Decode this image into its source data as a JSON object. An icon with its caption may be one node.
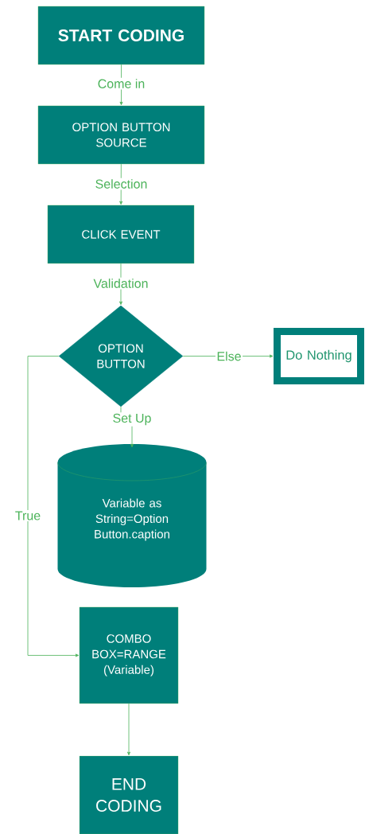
{
  "diagram": {
    "nodes": [
      {
        "text": [
          "START CODING"
        ]
      },
      {
        "text": [
          "OPTION BUTTON SOURCE"
        ]
      },
      {
        "text": [
          "CLICK EVENT"
        ]
      },
      {
        "text": [
          "OPTION BUTTON"
        ]
      },
      {
        "text": [
          "Do Nothing"
        ]
      },
      {
        "text": [
          "Variable  as String=Option Button.caption"
        ]
      },
      {
        "text": [
          "COMBO BOX=RANGE (Variable)"
        ]
      },
      {
        "text": [
          "END CODING"
        ]
      }
    ],
    "edges": [
      {
        "from": 0,
        "to": 1,
        "arrow": "to",
        "label": "Come in"
      },
      {
        "from": 1,
        "to": 2,
        "arrow": "to",
        "label": "Selection"
      },
      {
        "from": 2,
        "to": 3,
        "arrow": "to",
        "label": "Validation"
      },
      {
        "from": 3,
        "to": 4,
        "arrow": "to",
        "label": "Else"
      },
      {
        "from": 3,
        "to": 5,
        "arrow": "to",
        "label": "Set Up"
      },
      {
        "from": 3,
        "to": 6,
        "arrow": "to",
        "label": "True"
      },
      {
        "from": 6,
        "to": 7,
        "arrow": "to"
      }
    ]
  }
}
